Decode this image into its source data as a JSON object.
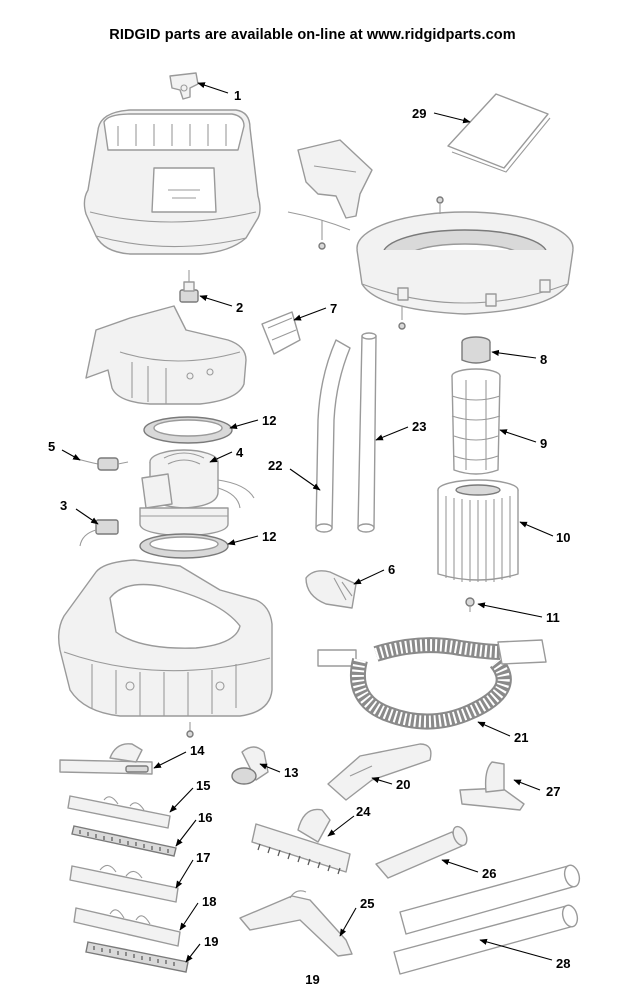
{
  "header": {
    "text": "RIDGID parts are available on-line at www.ridgidparts.com"
  },
  "callouts": [
    {
      "id": "1",
      "label": "1"
    },
    {
      "id": "2",
      "label": "2"
    },
    {
      "id": "3",
      "label": "3"
    },
    {
      "id": "4",
      "label": "4"
    },
    {
      "id": "5",
      "label": "5"
    },
    {
      "id": "6",
      "label": "6"
    },
    {
      "id": "7",
      "label": "7"
    },
    {
      "id": "8",
      "label": "8"
    },
    {
      "id": "9",
      "label": "9"
    },
    {
      "id": "10",
      "label": "10"
    },
    {
      "id": "11",
      "label": "11"
    },
    {
      "id": "12a",
      "label": "12"
    },
    {
      "id": "12b",
      "label": "12"
    },
    {
      "id": "13",
      "label": "13"
    },
    {
      "id": "14",
      "label": "14"
    },
    {
      "id": "15",
      "label": "15"
    },
    {
      "id": "16",
      "label": "16"
    },
    {
      "id": "17",
      "label": "17"
    },
    {
      "id": "18",
      "label": "18"
    },
    {
      "id": "19",
      "label": "19"
    },
    {
      "id": "20",
      "label": "20"
    },
    {
      "id": "21",
      "label": "21"
    },
    {
      "id": "22",
      "label": "22"
    },
    {
      "id": "23",
      "label": "23"
    },
    {
      "id": "24",
      "label": "24"
    },
    {
      "id": "25",
      "label": "25"
    },
    {
      "id": "26",
      "label": "26"
    },
    {
      "id": "27",
      "label": "27"
    },
    {
      "id": "28",
      "label": "28"
    },
    {
      "id": "29",
      "label": "29"
    }
  ],
  "page_number": "19"
}
